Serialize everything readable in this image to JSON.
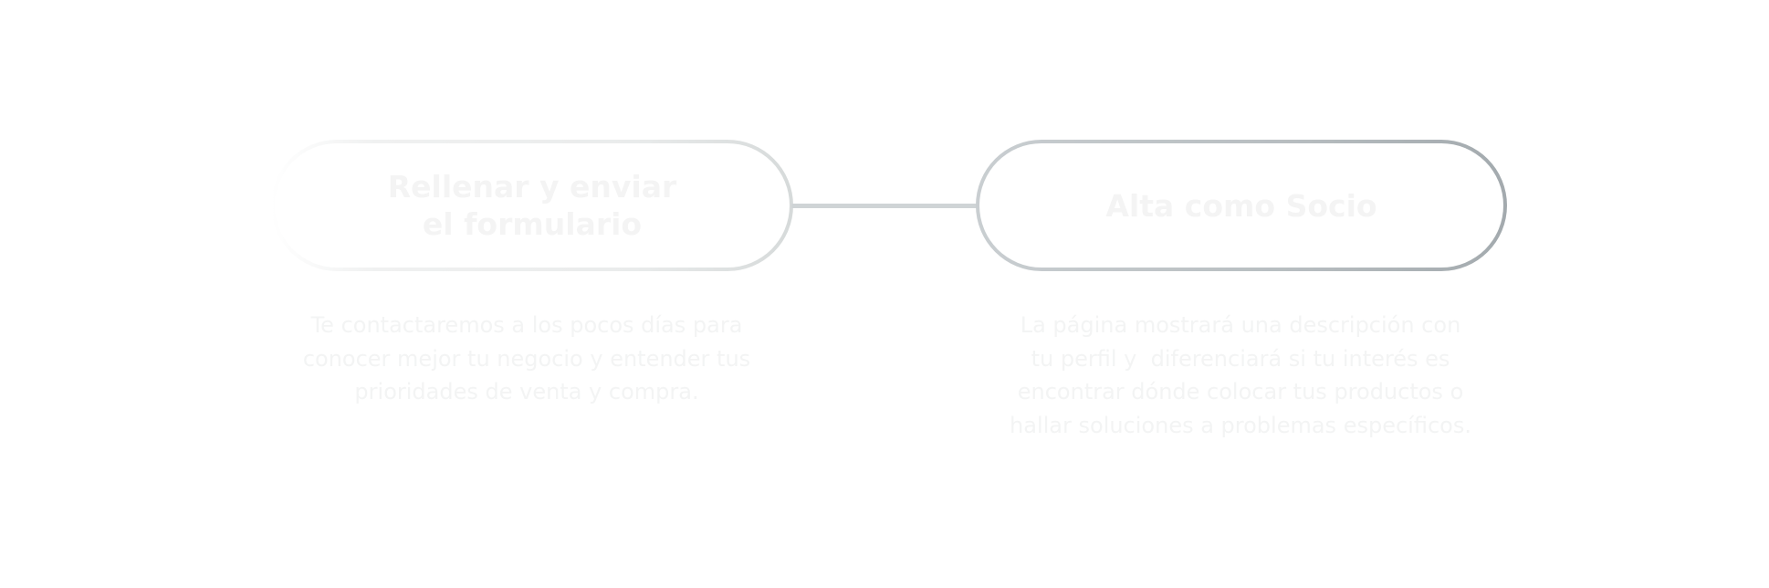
{
  "steps": [
    {
      "title_lines": [
        "Rellenar y enviar",
        "el formulario"
      ],
      "description_lines": [
        "Te contactaremos a los pocos días para",
        "conocer mejor tu negocio y entender tus",
        "prioridades de venta y compra."
      ]
    },
    {
      "title_lines": [
        "Alta como Socio"
      ],
      "description_lines": [
        "La página mostrará una descripción con",
        "tu perfil y  diferenciará si tu interés es",
        "encontrar dónde colocar tus productos o",
        "hallar soluciones a problemas específicos."
      ]
    }
  ],
  "colors": {
    "connector": "#cfd4d6",
    "step2_border_start": "#c9ced1",
    "step2_border_end": "#a3aaae",
    "text": "#f4f4f4"
  }
}
